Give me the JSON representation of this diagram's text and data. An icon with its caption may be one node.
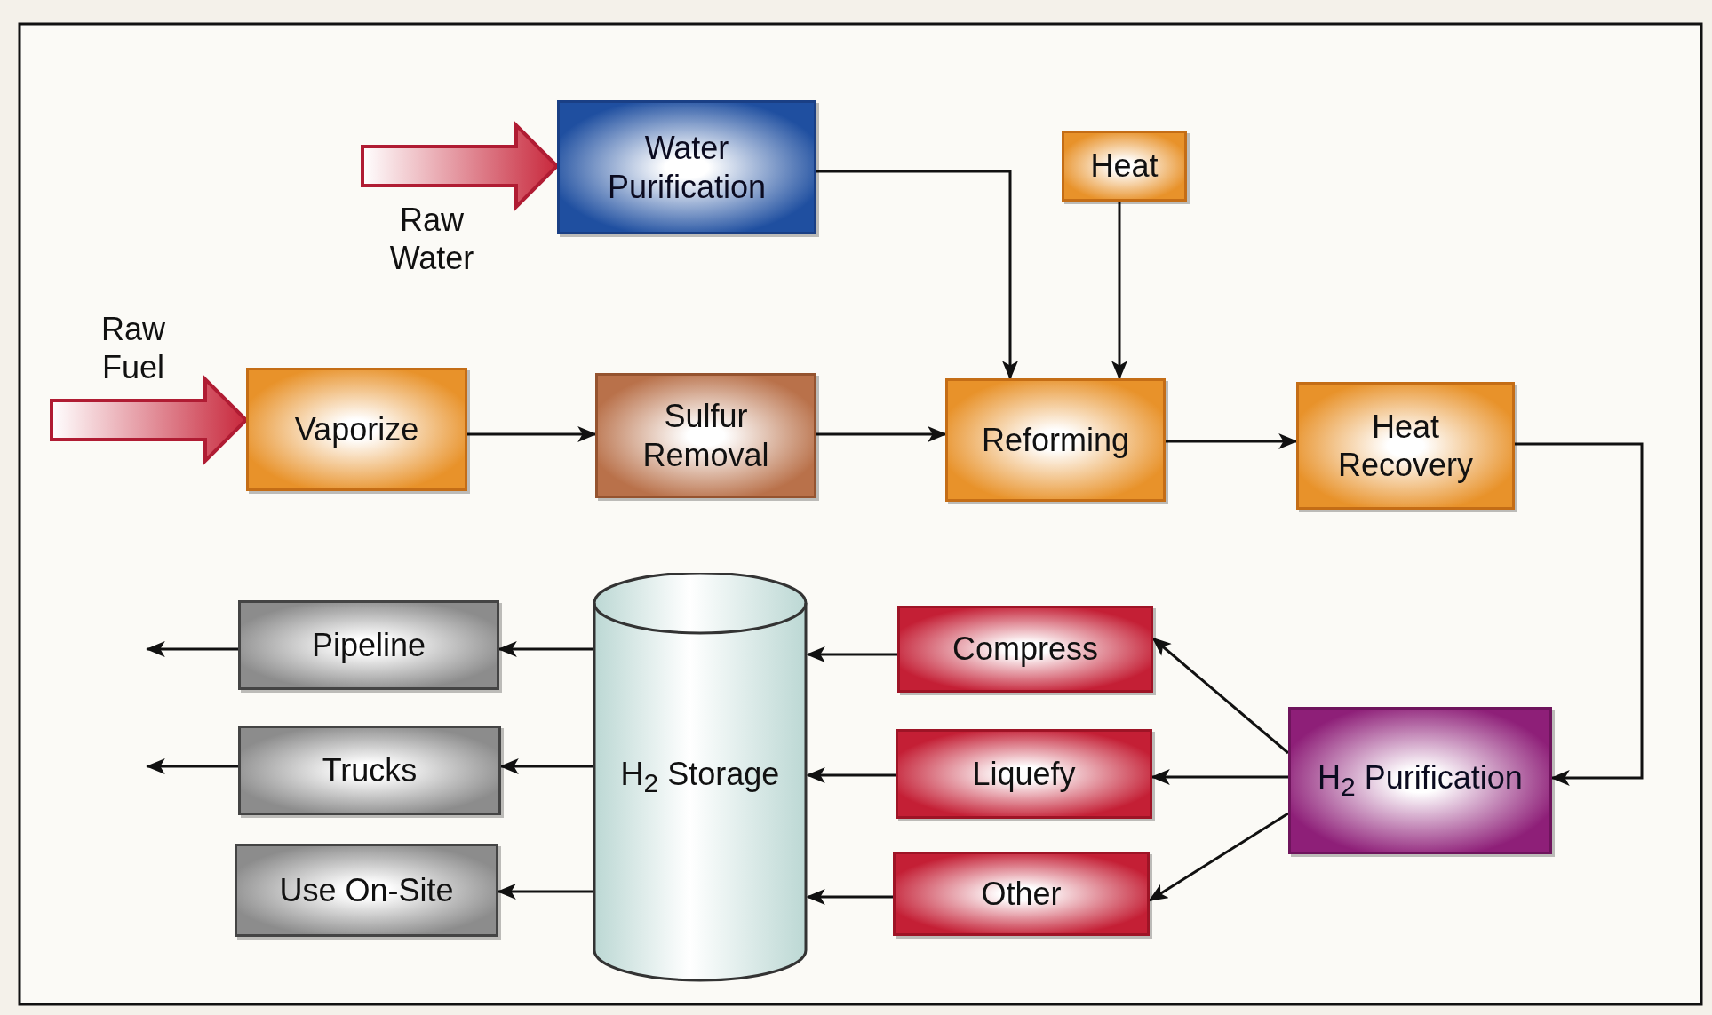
{
  "diagram": {
    "nodes": [
      {
        "text": [
          "Water Purification"
        ]
      },
      {
        "text": [
          "Heat"
        ]
      },
      {
        "text": [
          "Vaporize"
        ]
      },
      {
        "text": [
          "Sulfur Removal"
        ]
      },
      {
        "text": [
          "Reforming"
        ]
      },
      {
        "text": [
          "Heat Recovery"
        ]
      },
      {
        "text": [
          "H$_{2}$ Purification"
        ]
      },
      {
        "text": [
          "Compress"
        ]
      },
      {
        "text": [
          "Liquefy"
        ]
      },
      {
        "text": [
          "Other"
        ]
      },
      {
        "text": [
          "H$_{2}$ Storage"
        ]
      },
      {
        "text": [
          "Pipeline"
        ]
      },
      {
        "text": [
          "Trucks"
        ]
      },
      {
        "text": [
          "Use On-Site"
        ]
      }
    ],
    "edges": [
      {
        "from": null,
        "to": 0,
        "arrow": "to",
        "style": "thick"
      },
      {
        "from": null,
        "to": 2,
        "arrow": "to",
        "style": "thick"
      },
      {
        "from": 0,
        "to": 4,
        "arrow": "to"
      },
      {
        "from": 1,
        "to": 4,
        "arrow": "to"
      },
      {
        "from": 2,
        "to": 3,
        "arrow": "to"
      },
      {
        "from": 3,
        "to": 4,
        "arrow": "to"
      },
      {
        "from": 4,
        "to": 5,
        "arrow": "to"
      },
      {
        "from": 5,
        "to": 6,
        "arrow": "to"
      },
      {
        "from": 6,
        "to": 7,
        "arrow": "to"
      },
      {
        "from": 6,
        "to": 8,
        "arrow": "to"
      },
      {
        "from": 6,
        "to": 9,
        "arrow": "to"
      },
      {
        "from": 7,
        "to": 10,
        "arrow": "to"
      },
      {
        "from": 8,
        "to": 10,
        "arrow": "to"
      },
      {
        "from": 9,
        "to": 10,
        "arrow": "to"
      },
      {
        "from": 10,
        "to": 11,
        "arrow": "to"
      },
      {
        "from": 10,
        "to": 12,
        "arrow": "to"
      },
      {
        "from": 10,
        "to": 13,
        "arrow": "to"
      },
      {
        "from": 11,
        "to": null,
        "arrow": "to"
      },
      {
        "from": 12,
        "to": null,
        "arrow": "to"
      }
    ],
    "labels": [
      "Raw Water",
      "Raw Fuel"
    ]
  }
}
